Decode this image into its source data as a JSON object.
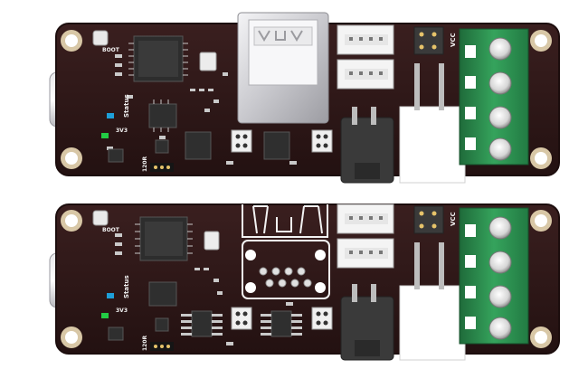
{
  "boards": [
    {
      "id": "top",
      "labels": {
        "boot": "BOOT",
        "status": "Status",
        "v33": "3V3",
        "r120": "120R",
        "vcc": "VCC"
      },
      "usb_variant": "usb-a"
    },
    {
      "id": "bottom",
      "labels": {
        "boot": "BOOT",
        "status": "Status",
        "v33": "3V3",
        "r120": "120R",
        "vcc": "VCC"
      },
      "usb_variant": "rj45"
    }
  ],
  "colors": {
    "pcb": "#2b1616",
    "pcb_edge": "#1c0d0d",
    "silkscreen": "#f2f2f2",
    "terminal_green": "#2e8b4e",
    "connector_white": "#f4f4f4",
    "led_green": "#22cc44",
    "led_blue": "#1e9fd8"
  }
}
